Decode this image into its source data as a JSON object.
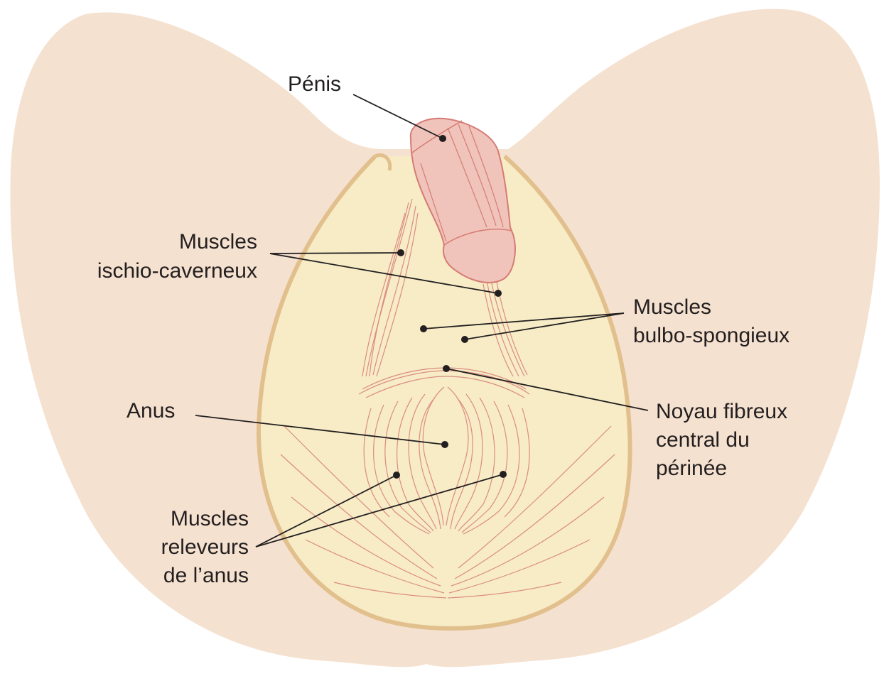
{
  "figure": {
    "labels": {
      "penis": "Pénis",
      "ischio": [
        "Muscles",
        "ischio-caverneux"
      ],
      "bulbo": [
        "Muscles",
        "bulbo-spongieux"
      ],
      "anus": "Anus",
      "noyau": [
        "Noyau fibreux",
        "central du",
        "périnée"
      ],
      "releveurs": [
        "Muscles",
        "releveurs",
        "de l’anus"
      ]
    },
    "colors": {
      "body": "#f5e1cf",
      "perineum": "#f7ecc6",
      "perineum_border": "#e2c08d",
      "penis": "#f0c4bb",
      "penis_outline": "#d67b74",
      "muscle_fibers": "#d9877e",
      "text_and_leaders": "#231f20"
    }
  }
}
